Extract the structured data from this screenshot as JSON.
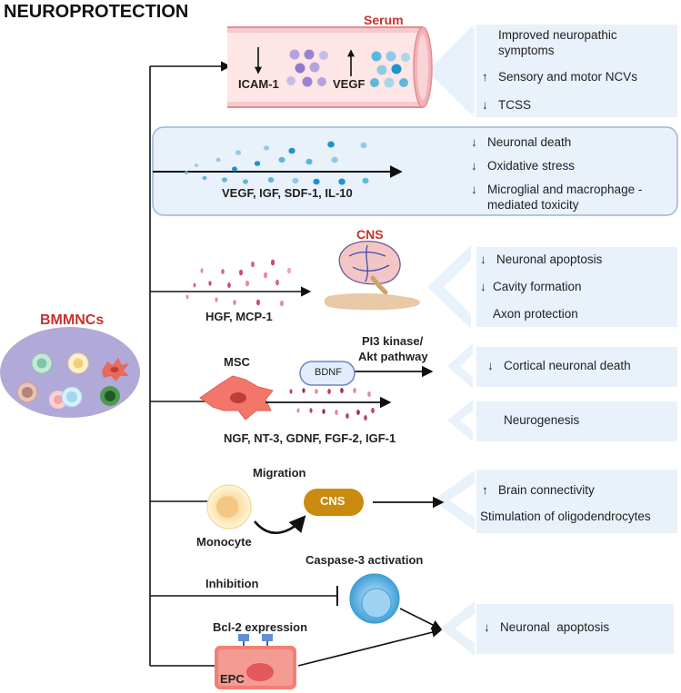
{
  "title": "NEUROPROTECTION",
  "source": {
    "label": "BMMNCs"
  },
  "serum_section": {
    "label": "Serum",
    "markers": [
      {
        "name": "ICAM-1",
        "direction": "down"
      },
      {
        "name": "VEGF",
        "direction": "up"
      }
    ],
    "outcomes": [
      {
        "text": "Improved neuropathic symptoms",
        "line1": "Improved neuropathic",
        "line2": "symptoms",
        "direction": ""
      },
      {
        "text": "Sensory and motor NCVs",
        "direction": "up"
      },
      {
        "text": "TCSS",
        "direction": "down"
      }
    ]
  },
  "factors_section": {
    "label": "VEGF, IGF, SDF-1, IL-10",
    "outcomes": [
      {
        "text": "Neuronal death",
        "direction": "down"
      },
      {
        "text": "Oxidative stress",
        "direction": "down"
      },
      {
        "text": "Microglial and macrophage - mediated toxicity",
        "line1": "Microglial and macrophage -",
        "line2": "mediated toxicity",
        "direction": "down"
      }
    ]
  },
  "cns_section": {
    "label": "CNS",
    "factors": "HGF, MCP-1",
    "outcomes": [
      {
        "text": "Neuronal apoptosis",
        "direction": "down"
      },
      {
        "text": "Cavity formation",
        "direction": "down"
      },
      {
        "text": "Axon protection",
        "direction": ""
      }
    ]
  },
  "msc_section": {
    "cell": "MSC",
    "mediator": "BDNF",
    "pathway": "PI3 kinase/ Akt pathway",
    "pathway_line1": "PI3 kinase/",
    "pathway_line2": "Akt pathway",
    "factors": "NGF, NT-3, GDNF, FGF-2, IGF-1",
    "outcomes": [
      {
        "text": "Cortical neuronal death",
        "direction": "down"
      },
      {
        "text": "Neurogenesis",
        "direction": ""
      }
    ]
  },
  "monocyte_section": {
    "cell": "Monocyte",
    "process": "Migration",
    "target": "CNS",
    "outcomes": [
      {
        "text": "Brain connectivity",
        "direction": "up"
      },
      {
        "text": "Stimulation of oligodendrocytes",
        "direction": ""
      }
    ]
  },
  "epc_section": {
    "inhibition": "Inhibition",
    "caspase": "Caspase-3 activation",
    "expression": "Bcl-2 expression",
    "cell": "EPC",
    "outcomes": [
      {
        "text": "Neuronal  apoptosis",
        "direction": "down"
      }
    ]
  },
  "colors": {
    "panel": "#e9f1fa",
    "accent_red": "#c8312c",
    "cns_pill": "#c98a0e",
    "dot_blue": "#1f94c8",
    "dot_pink": "#c94a74",
    "dot_violet": "#8f79c9",
    "line": "#111111"
  }
}
